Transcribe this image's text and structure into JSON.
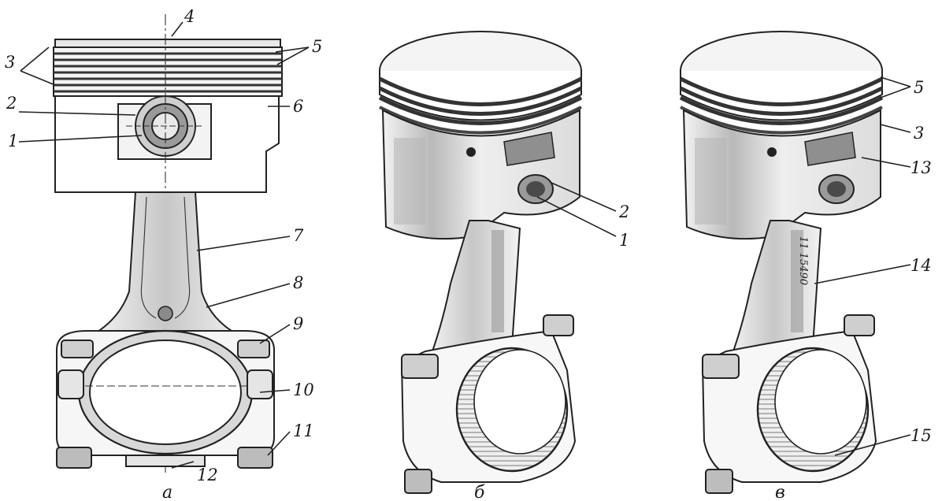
{
  "figure": {
    "views": [
      {
        "id": "a",
        "caption": "a"
      },
      {
        "id": "b",
        "caption": "б"
      },
      {
        "id": "c",
        "caption": "в"
      }
    ],
    "labels": {
      "view_a": [
        "1",
        "2",
        "3",
        "4",
        "5",
        "6",
        "7",
        "8",
        "9",
        "10",
        "11",
        "12"
      ],
      "view_b": [
        "1",
        "2"
      ],
      "view_c": [
        "3",
        "5",
        "13",
        "14",
        "15"
      ]
    },
    "rod_marking": "11 15490"
  }
}
